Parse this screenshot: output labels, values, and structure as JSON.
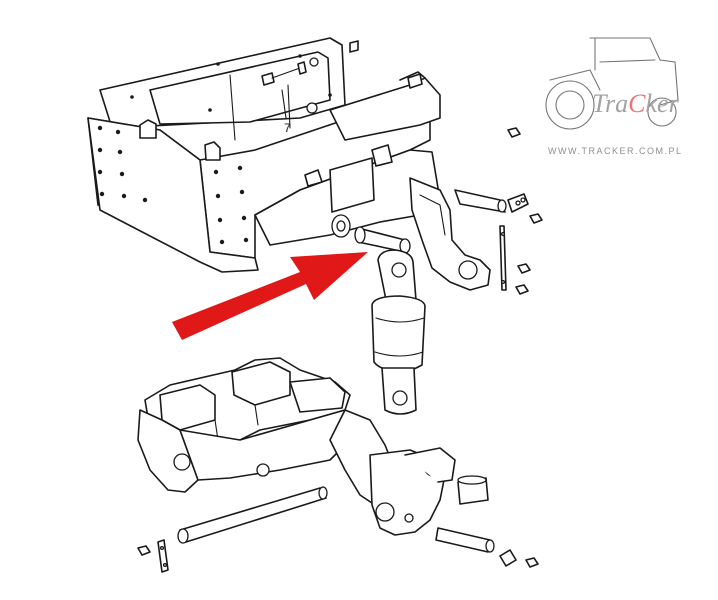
{
  "diagram": {
    "callout_label": "7",
    "arrow_color": "#e01818",
    "line_color": "#1a1a1a"
  },
  "watermark": {
    "brand_part1": "Tra",
    "brand_part2": "C",
    "brand_part3": "ker",
    "url": "WWW.TRACKER.COM.PL",
    "brand_color": "#666666",
    "accent_color": "#e01818"
  }
}
